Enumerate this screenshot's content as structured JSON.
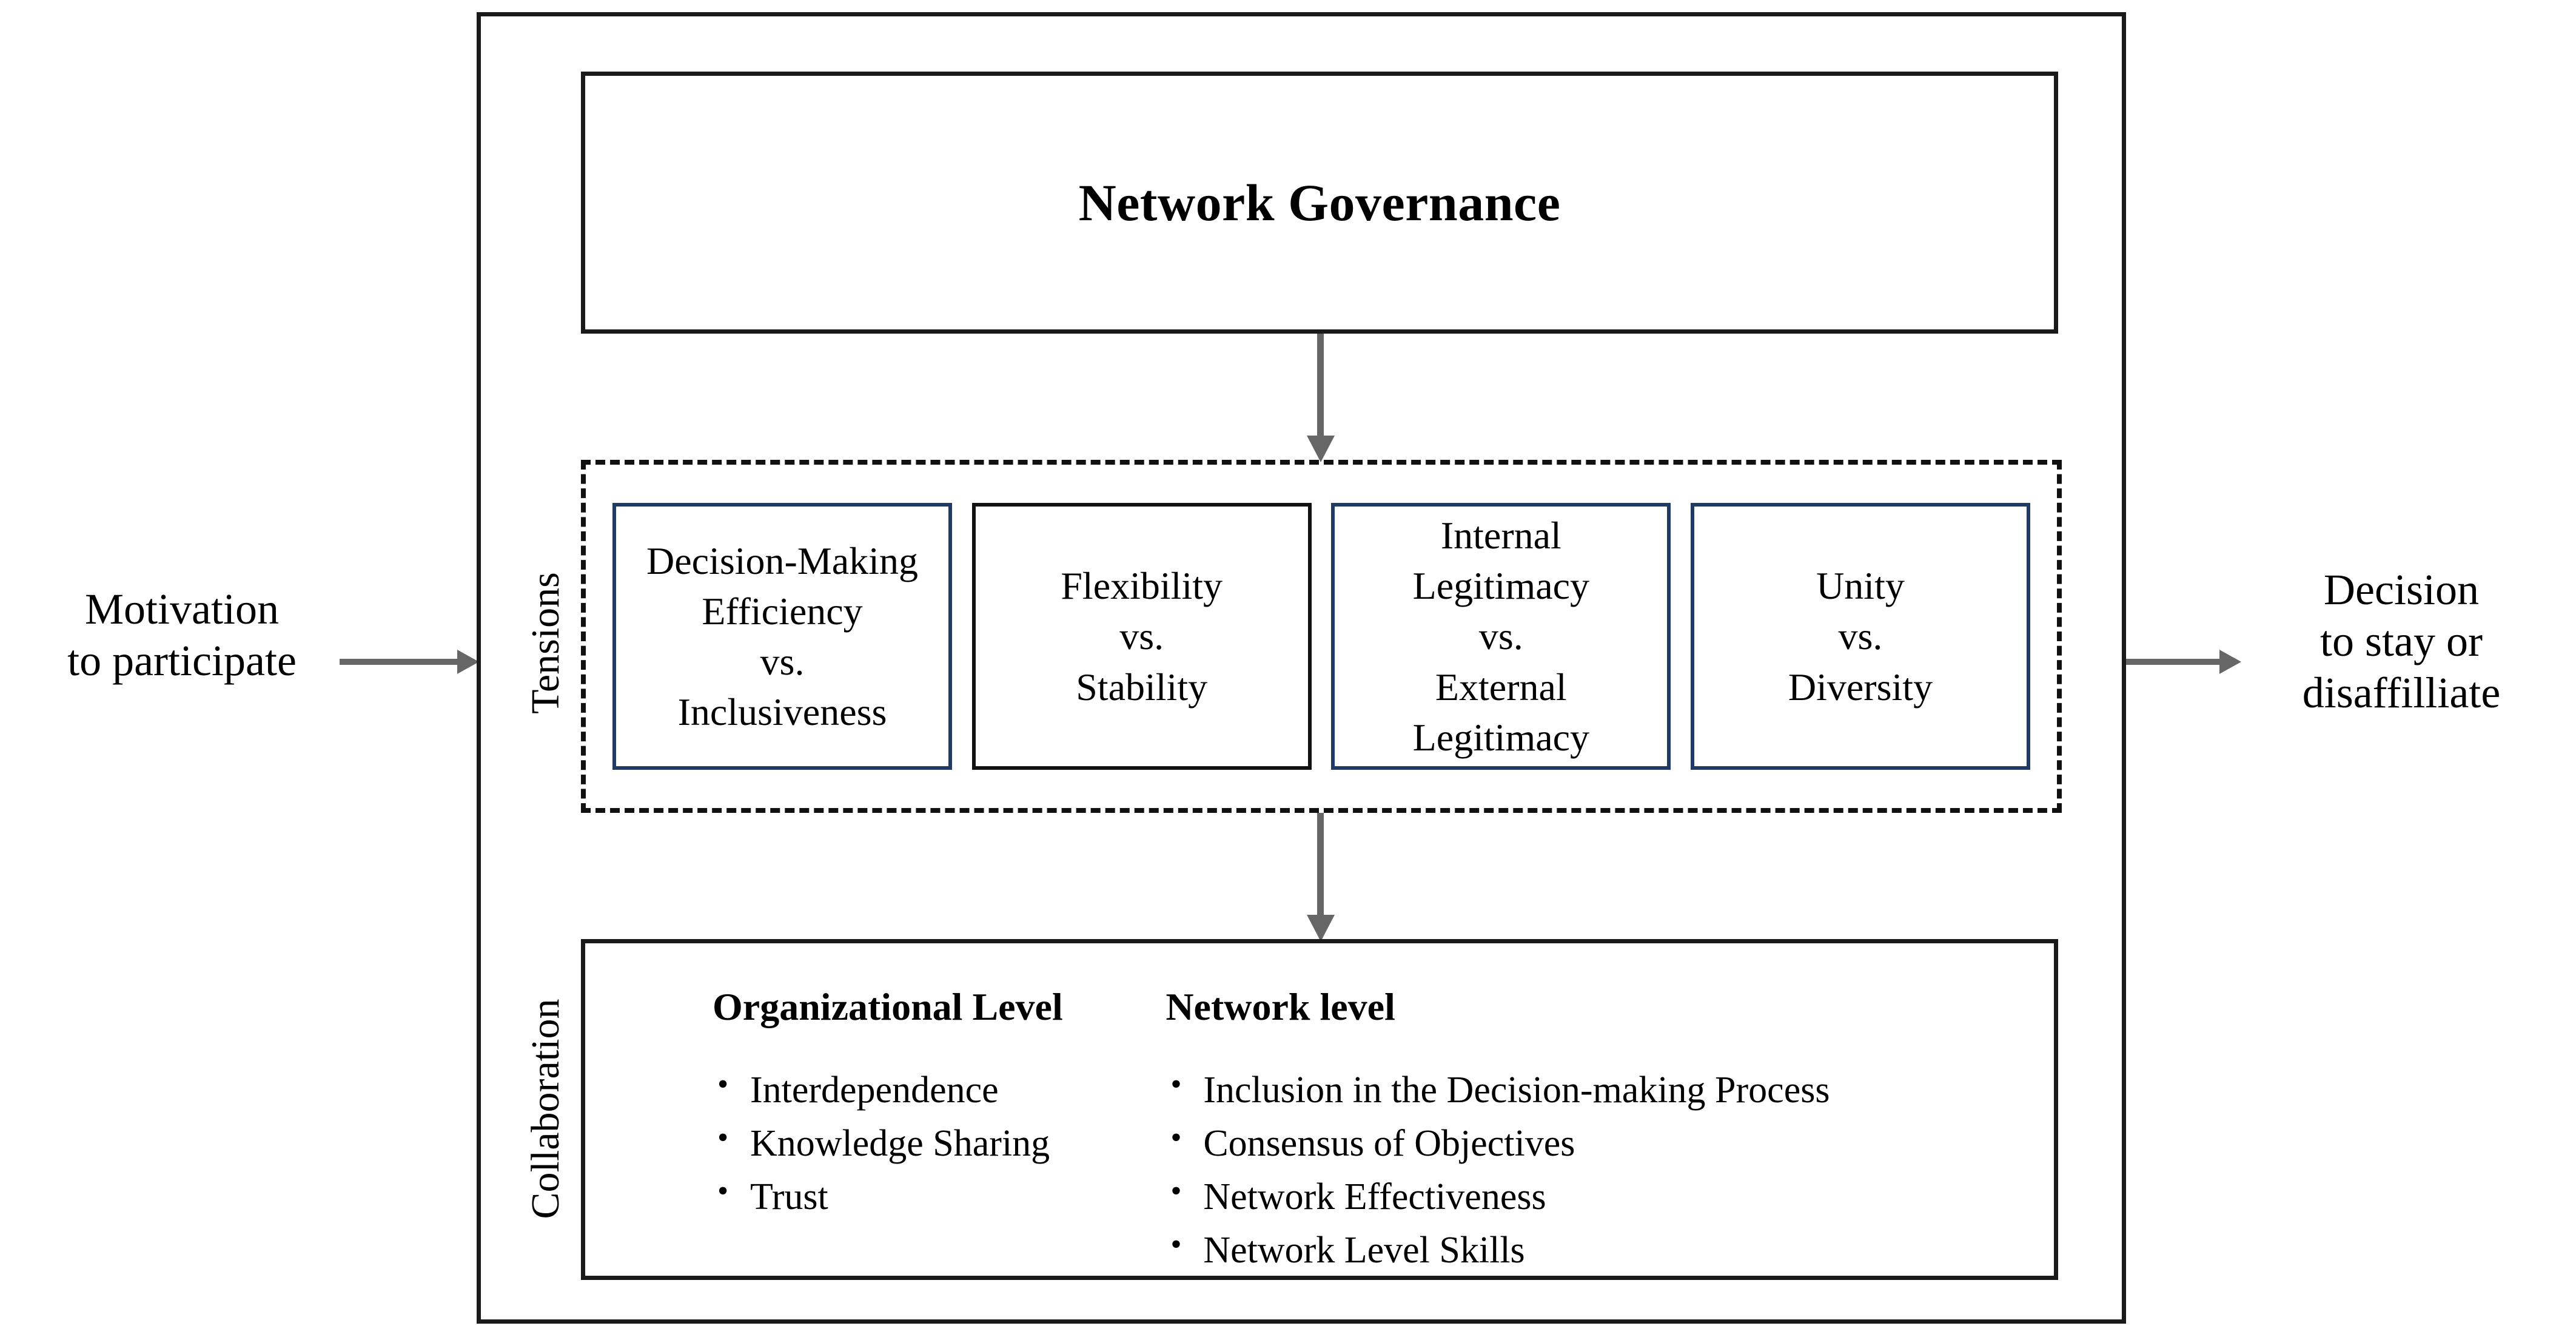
{
  "diagram": {
    "title": "Network Governance",
    "left_input": {
      "label": "Motivation\nto participate",
      "arrow": "arrow-right-icon"
    },
    "right_output": {
      "label": "Decision\nto stay or\ndisaffilliate",
      "arrow": "arrow-right-icon"
    },
    "bands": {
      "tensions_label": "Tensions",
      "collaboration_label": "Collaboration"
    },
    "tensions": {
      "boxes": [
        {
          "text": "Decision-Making\nEfficiency\nvs.\nInclusiveness",
          "border": "blue"
        },
        {
          "text": "Flexibility\nvs.\nStability",
          "border": "black"
        },
        {
          "text": "Internal\nLegitimacy\nvs.\nExternal\nLegitimacy",
          "border": "blue"
        },
        {
          "text": "Unity\nvs.\nDiversity",
          "border": "blue"
        }
      ]
    },
    "collaboration": {
      "columns": [
        {
          "heading": "Organizational Level",
          "items": [
            "Interdependence",
            "Knowledge Sharing",
            "Trust"
          ]
        },
        {
          "heading": "Network level",
          "items": [
            "Inclusion in the Decision-making Process",
            "Consensus of Objectives",
            "Network Effectiveness",
            "Network Level Skills"
          ]
        }
      ]
    },
    "colors": {
      "box_blue": "#1F3B63",
      "box_black": "#111111",
      "arrow_gray": "#666666",
      "frame_black": "#1a1a1a"
    }
  }
}
